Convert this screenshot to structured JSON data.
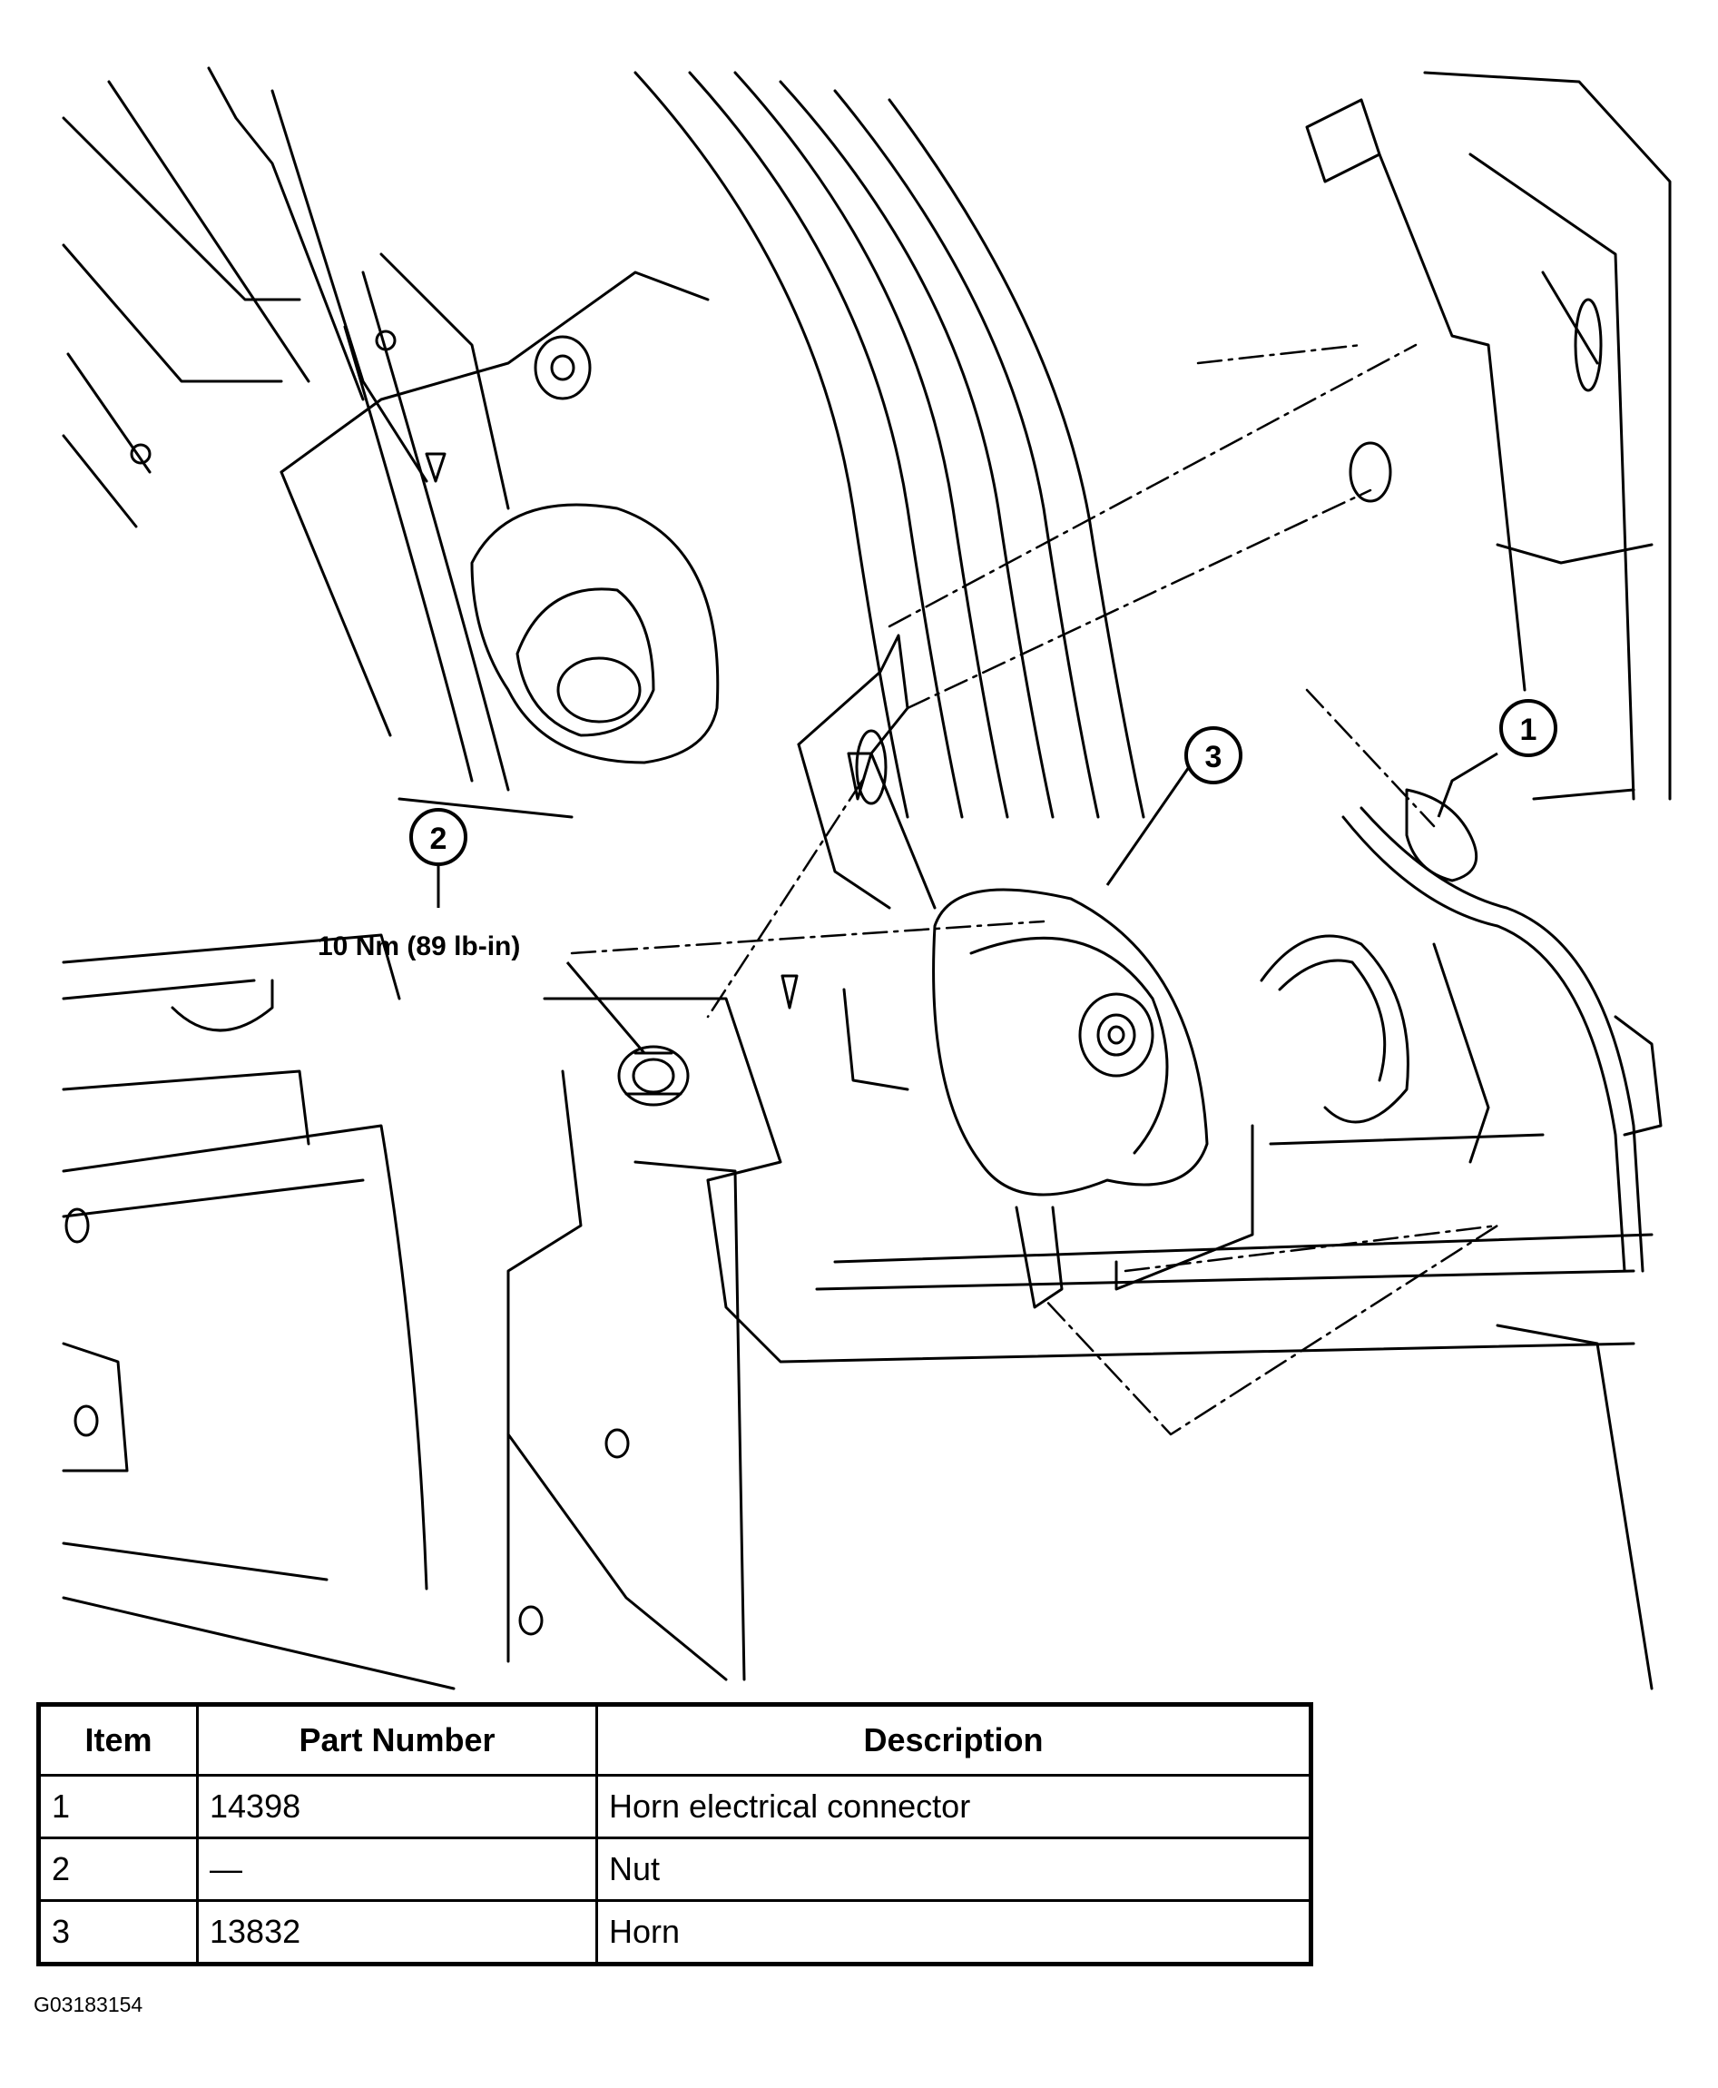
{
  "callouts": [
    {
      "number": "1"
    },
    {
      "number": "2"
    },
    {
      "number": "3"
    }
  ],
  "torque_spec": "10 Nm (89 lb-in)",
  "table": {
    "headers": [
      "Item",
      "Part Number",
      "Description"
    ],
    "rows": [
      {
        "item": "1",
        "part_number": "14398",
        "description": "Horn electrical connector"
      },
      {
        "item": "2",
        "part_number": "—",
        "description": "Nut"
      },
      {
        "item": "3",
        "part_number": "13832",
        "description": "Horn"
      }
    ]
  },
  "figure_id": "G03183154"
}
